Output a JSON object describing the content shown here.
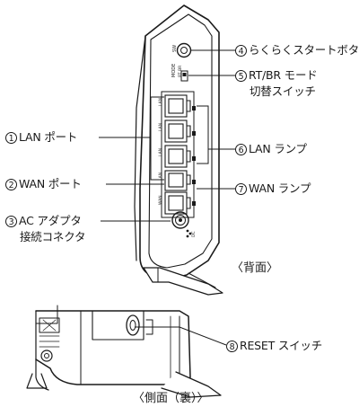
{
  "callouts": {
    "c1": {
      "num": "1",
      "text": "LAN ポート"
    },
    "c2": {
      "num": "2",
      "text": "WAN ポート"
    },
    "c3": {
      "num": "3",
      "line1": "AC アダプタ",
      "line2": "接続コネクタ"
    },
    "c4": {
      "num": "4",
      "text": "らくらくスタートボタン"
    },
    "c5": {
      "num": "5",
      "line1": "RT/BR モード",
      "line2": "切替スイッチ"
    },
    "c6": {
      "num": "6",
      "text": "LAN ランプ"
    },
    "c7": {
      "num": "7",
      "text": "WAN ランプ"
    },
    "c8": {
      "num": "8",
      "text": "RESET スイッチ"
    }
  },
  "captions": {
    "back": "〈背面〉",
    "side": "〈側面（裏）〉"
  },
  "device_text": {
    "button": "SW",
    "mode": "MODE",
    "mode_sub": "RT BR",
    "lan_ports": [
      "LAN",
      "LAN",
      "LAN",
      "LAN"
    ],
    "wan_port": "WAN",
    "power": "DC"
  }
}
